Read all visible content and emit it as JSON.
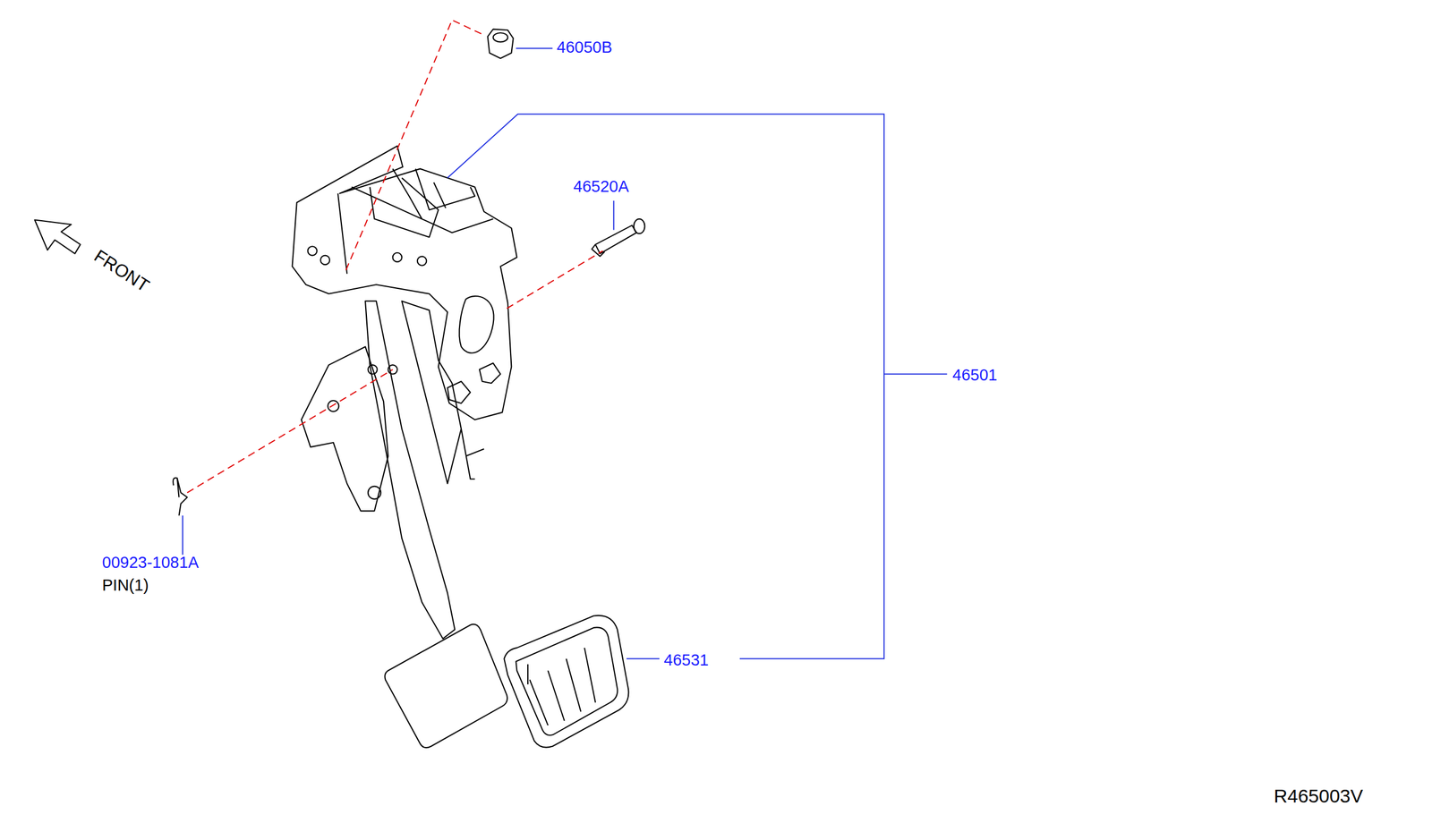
{
  "diagram": {
    "labels": [
      "46050B",
      "46520A",
      "46501",
      "00923-1081A",
      "PIN(1)",
      "46531",
      "FRONT",
      "R465003V"
    ]
  }
}
